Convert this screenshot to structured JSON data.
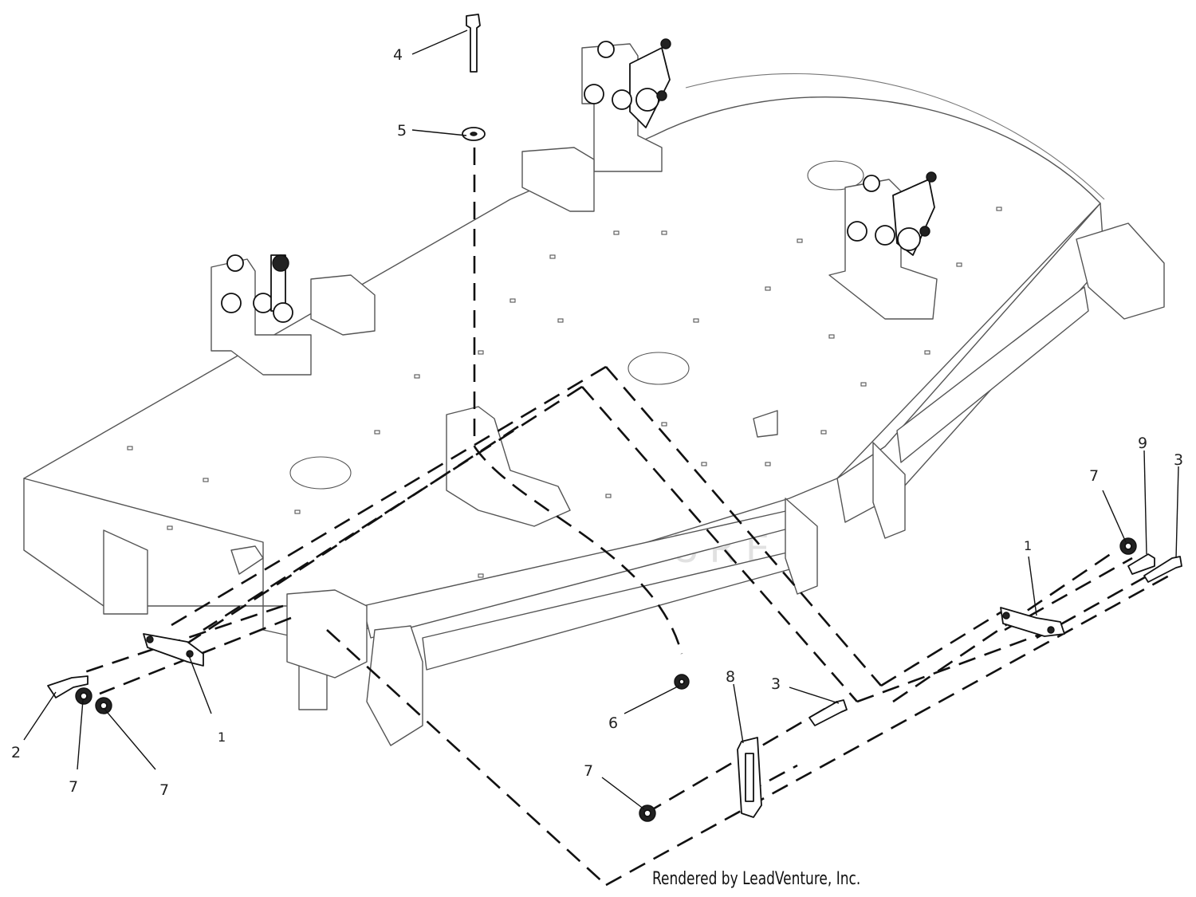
{
  "callouts": [
    {
      "id": "c1",
      "label": "4"
    },
    {
      "id": "c2",
      "label": "5"
    },
    {
      "id": "c3",
      "label": "1"
    },
    {
      "id": "c4",
      "label": "2"
    },
    {
      "id": "c5",
      "label": "7"
    },
    {
      "id": "c6",
      "label": "7"
    },
    {
      "id": "c7",
      "label": "6"
    },
    {
      "id": "c8",
      "label": "8"
    },
    {
      "id": "c9",
      "label": "3"
    },
    {
      "id": "c10",
      "label": "7"
    },
    {
      "id": "c11",
      "label": "1"
    },
    {
      "id": "c12",
      "label": "7"
    },
    {
      "id": "c13",
      "label": "9"
    },
    {
      "id": "c14",
      "label": "3"
    }
  ],
  "watermark": "LEADVENTURE",
  "footer": "Rendered by LeadVenture, Inc.",
  "colors": {
    "line": "#111111",
    "outline": "#555555",
    "watermark": "#dedede",
    "background": "#ffffff"
  }
}
